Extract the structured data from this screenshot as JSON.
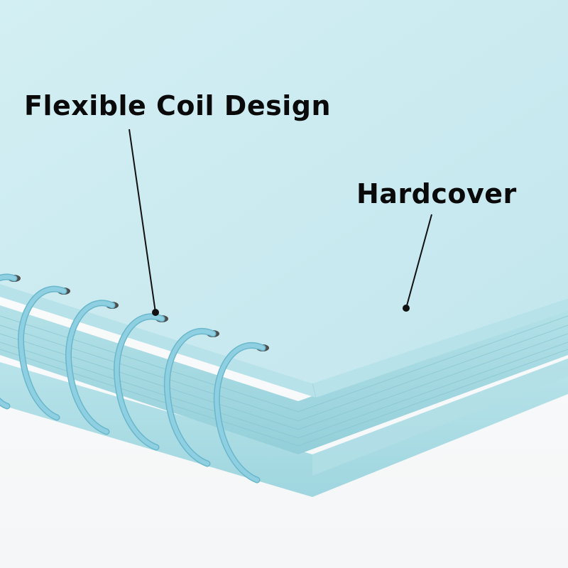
{
  "product": "spiral-bound hardcover notebook",
  "colors": {
    "cover": "#c9eaf0",
    "cover_edge": "#a9dbe4",
    "pages": "#a8dce4",
    "pages_dark": "#8ecbd6",
    "coil": "#8ed0e2",
    "coil_dark": "#6ab7cc",
    "callout_line": "#111111",
    "label_text": "#0a0a0a"
  },
  "callouts": [
    {
      "label": "Flexible Coil Design",
      "target": "coil-binding"
    },
    {
      "label": "Hardcover",
      "target": "front-cover"
    }
  ]
}
